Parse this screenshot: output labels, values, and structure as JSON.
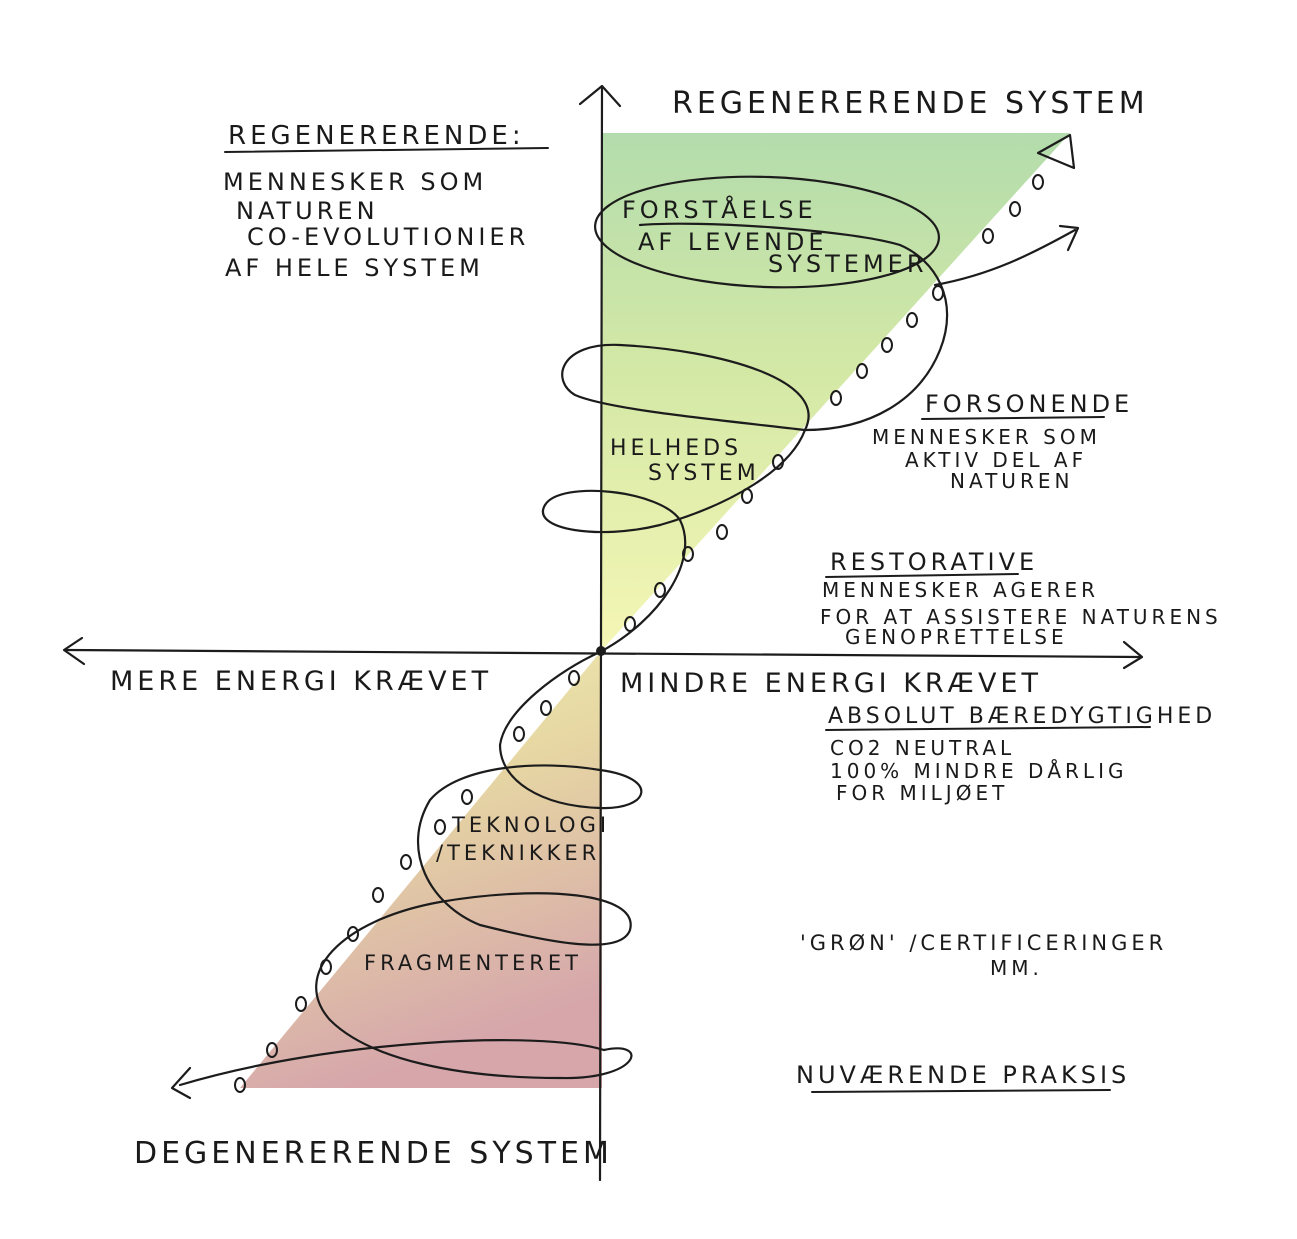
{
  "colors": {
    "ink": "#1c1c1c",
    "upper_green": "#b9dfa6",
    "upper_yellow": "#f3f5b4",
    "lower_yellow": "#eef0b0",
    "lower_pink": "#d9a9ab"
  },
  "axes": {
    "top_label": "REGENERERENDE SYSTEM",
    "bottom_label": "DEGENERERENDE SYSTEM",
    "left_label": "MERE ENERGI KRÆVET",
    "right_label": "MINDRE ENERGI KRÆVET"
  },
  "regenerative_note": {
    "heading": "REGENERERENDE:",
    "lines": [
      "MENNESKER SOM",
      "NATUREN",
      "CO-EVOLUTIONIER",
      "AF HELE SYSTEM"
    ]
  },
  "reconciling_note": {
    "heading": "FORSONENDE",
    "lines": [
      "MENNESKER SOM",
      "AKTIV DEL AF",
      "NATUREN"
    ]
  },
  "restorative_note": {
    "heading": "RESTORATIVE",
    "lines": [
      "MENNESKER AGERER",
      "FOR AT ASSISTERE NATURENS",
      "GENOPRETTELSE"
    ]
  },
  "sustainable_note": {
    "heading": "ABSOLUT BÆREDYGTIGHED",
    "lines": [
      "CO2 NEUTRAL",
      "100% MINDRE DÅRLIG",
      "FOR MILJØET"
    ]
  },
  "green_note": {
    "lines": [
      "'GRØN' /CERTIFICERINGER",
      "MM."
    ]
  },
  "current_note": {
    "heading": "NUVÆRENDE PRAKSIS"
  },
  "loops": {
    "understanding": [
      "FORSTÅELSE",
      "AF LEVENDE",
      "SYSTEMER"
    ],
    "whole_system": [
      "HELHEDS",
      "SYSTEM"
    ],
    "technology": [
      "TEKNOLOGI",
      "/TEKNIKKER"
    ],
    "fragmented": "FRAGMENTERET"
  }
}
